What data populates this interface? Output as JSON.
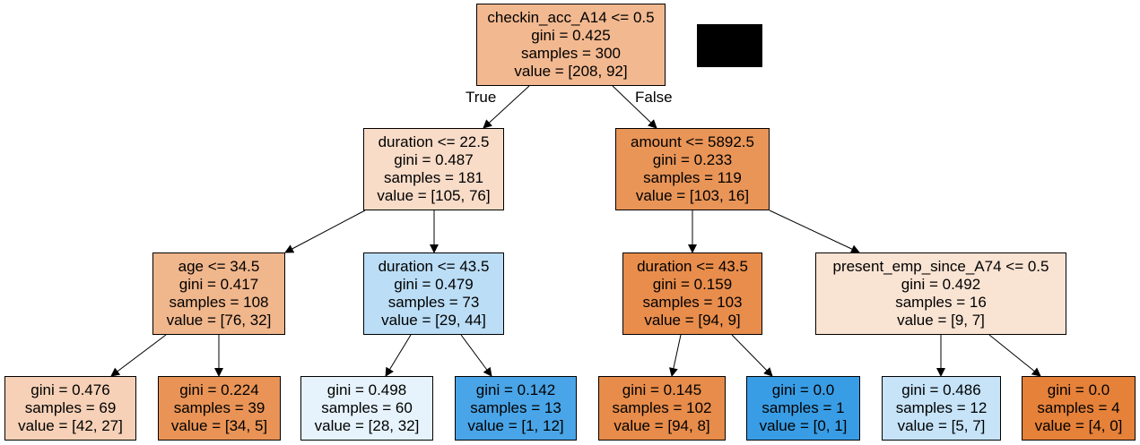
{
  "tree": {
    "edge_labels": {
      "true": "True",
      "false": "False"
    },
    "nodes": {
      "root": {
        "split": "checkin_acc_A14 <= 0.5",
        "gini": "gini = 0.425",
        "samples": "samples = 300",
        "value": "value = [208, 92]",
        "fill": "#f2b890"
      },
      "n_l": {
        "split": "duration <= 22.5",
        "gini": "gini = 0.487",
        "samples": "samples = 181",
        "value": "value = [105, 76]",
        "fill": "#f8dcc8"
      },
      "n_r": {
        "split": "amount <= 5892.5",
        "gini": "gini = 0.233",
        "samples": "samples = 119",
        "value": "value = [103, 16]",
        "fill": "#e99558"
      },
      "n_ll": {
        "split": "age <= 34.5",
        "gini": "gini = 0.417",
        "samples": "samples = 108",
        "value": "value = [76, 32]",
        "fill": "#f0b68c"
      },
      "n_lr": {
        "split": "duration <= 43.5",
        "gini": "gini = 0.479",
        "samples": "samples = 73",
        "value": "value = [29, 44]",
        "fill": "#bbddf6"
      },
      "n_rl": {
        "split": "duration <= 43.5",
        "gini": "gini = 0.159",
        "samples": "samples = 103",
        "value": "value = [94, 9]",
        "fill": "#e88d4c"
      },
      "n_rr": {
        "split": "present_emp_since_A74 <= 0.5",
        "gini": "gini = 0.492",
        "samples": "samples = 16",
        "value": "value = [9, 7]",
        "fill": "#f9e3d3"
      },
      "leaf1": {
        "gini": "gini = 0.476",
        "samples": "samples = 69",
        "value": "value = [42, 27]",
        "fill": "#f6d1b7"
      },
      "leaf2": {
        "gini": "gini = 0.224",
        "samples": "samples = 39",
        "value": "value = [34, 5]",
        "fill": "#e99456"
      },
      "leaf3": {
        "gini": "gini = 0.498",
        "samples": "samples = 60",
        "value": "value = [28, 32]",
        "fill": "#e6f3fc"
      },
      "leaf4": {
        "gini": "gini = 0.142",
        "samples": "samples = 13",
        "value": "value = [1, 12]",
        "fill": "#49a5e7"
      },
      "leaf5": {
        "gini": "gini = 0.145",
        "samples": "samples = 102",
        "value": "value = [94, 8]",
        "fill": "#e78c4a"
      },
      "leaf6": {
        "gini": "gini = 0.0",
        "samples": "samples = 1",
        "value": "value = [0, 1]",
        "fill": "#399de5"
      },
      "leaf7": {
        "gini": "gini = 0.486",
        "samples": "samples = 12",
        "value": "value = [5, 7]",
        "fill": "#c6e3f8"
      },
      "leaf8": {
        "gini": "gini = 0.0",
        "samples": "samples = 4",
        "value": "value = [4, 0]",
        "fill": "#e58139"
      }
    }
  }
}
